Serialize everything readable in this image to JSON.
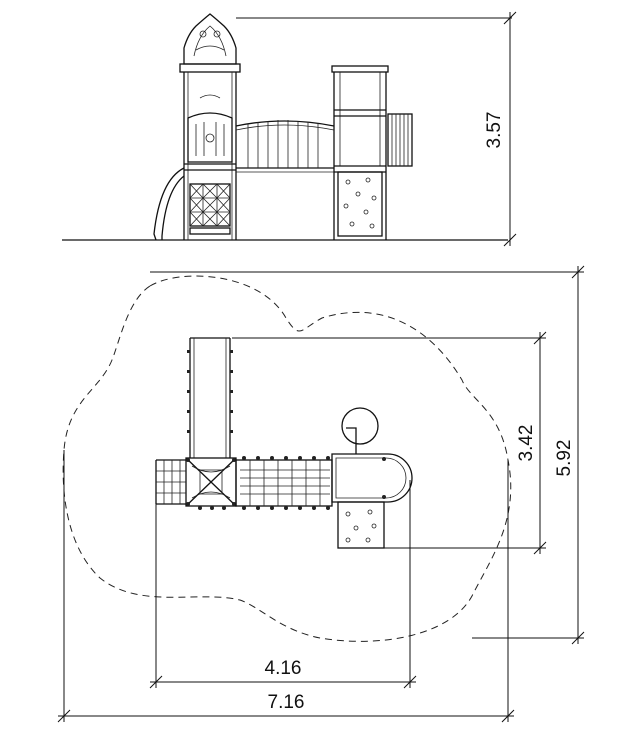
{
  "dimensions": {
    "elevation_height": "3.57",
    "plan_depth": "3.42",
    "safety_depth": "5.92",
    "plan_width": "4.16",
    "safety_width": "7.16"
  }
}
